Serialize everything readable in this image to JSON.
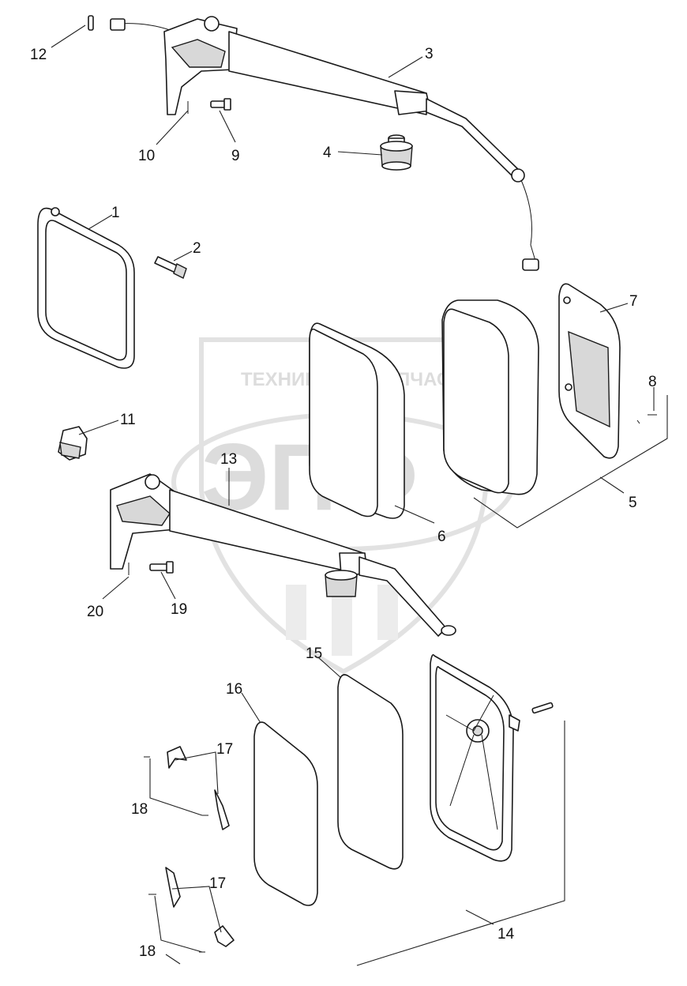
{
  "watermark": {
    "top_text_left": "ТЕХНИКА",
    "top_text_right": "ЗАПЧАСТИ",
    "logo_text": "ЭПФ"
  },
  "callouts": {
    "c1": "1",
    "c2": "2",
    "c3": "3",
    "c4": "4",
    "c5": "5",
    "c6": "6",
    "c7": "7",
    "c8": "8",
    "c9": "9",
    "c10": "10",
    "c11": "11",
    "c12": "12",
    "c13": "13",
    "c14": "14",
    "c15": "15",
    "c16": "16",
    "c17a": "17",
    "c17b": "17",
    "c18a": "18",
    "c18b": "18",
    "c19": "19",
    "c20": "20"
  }
}
